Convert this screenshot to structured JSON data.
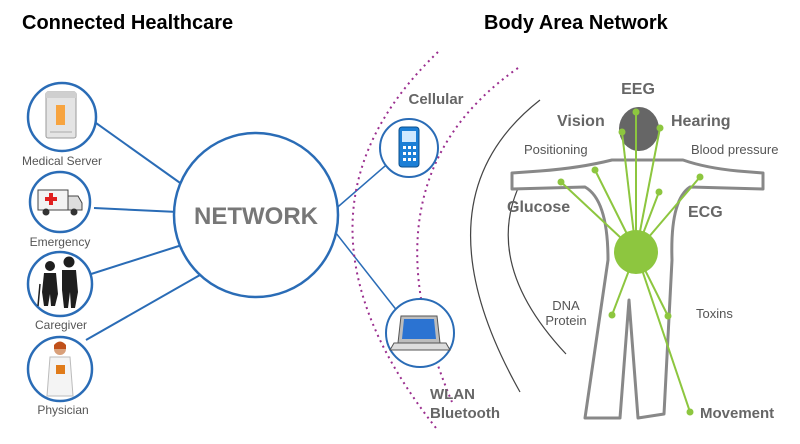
{
  "titles": {
    "left": "Connected Healthcare",
    "right": "Body Area Network"
  },
  "network": {
    "label": "NETWORK"
  },
  "clients": {
    "medical_server": "Medical Server",
    "emergency": "Emergency",
    "caregiver": "Caregiver",
    "physician": "Physician"
  },
  "links": {
    "cellular": "Cellular",
    "wlan": "WLAN",
    "bluetooth": "Bluetooth"
  },
  "body": {
    "eeg": "EEG",
    "vision": "Vision",
    "hearing": "Hearing",
    "positioning": "Positioning",
    "blood_pressure": "Blood pressure",
    "glucose": "Glucose",
    "ecg": "ECG",
    "dna": "DNA",
    "protein": "Protein",
    "toxins": "Toxins",
    "movement": "Movement"
  },
  "colors": {
    "blue": "#2a6cb6",
    "green": "#8dc63f",
    "dark_green": "#6aa32a",
    "purple": "#9b2f8f",
    "gray": "#666666"
  }
}
